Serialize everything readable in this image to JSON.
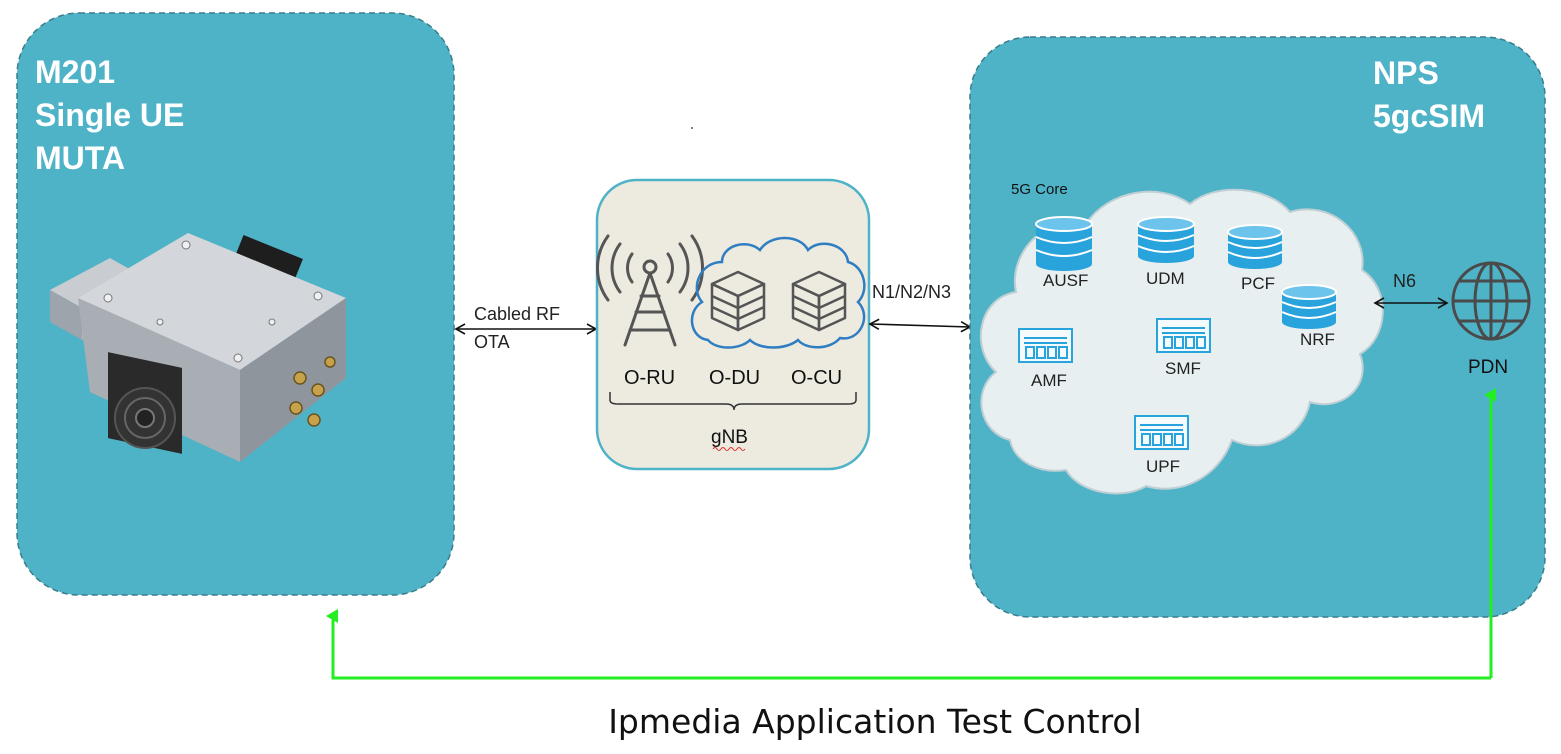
{
  "ue_panel": {
    "title_lines": [
      "M201",
      "Single UE",
      "MUTA"
    ]
  },
  "link_ue_gnb": {
    "labels": [
      "Cabled RF",
      "OTA"
    ]
  },
  "gnb": {
    "components": [
      "O-RU",
      "O-DU",
      "O-CU"
    ],
    "label": "gNB"
  },
  "link_gnb_core": {
    "label": "N1/N2/N3"
  },
  "nps_panel": {
    "title_lines": [
      "NPS",
      "5gcSIM"
    ],
    "core": {
      "label": "5G Core",
      "functions": [
        "AUSF",
        "UDM",
        "PCF",
        "NRF",
        "AMF",
        "SMF",
        "UPF"
      ]
    }
  },
  "link_core_pdn": {
    "label": "N6"
  },
  "pdn": {
    "label": "PDN"
  },
  "control": {
    "label": "Ipmedia Application Test Control"
  },
  "colors": {
    "panel": "#4fb3c8",
    "panel_border": "#3a7d8c",
    "gnb_box": "#edeae0",
    "cloud": "#e8eff1",
    "db_blue": "#29a3dc",
    "control_line": "#22ee22"
  }
}
